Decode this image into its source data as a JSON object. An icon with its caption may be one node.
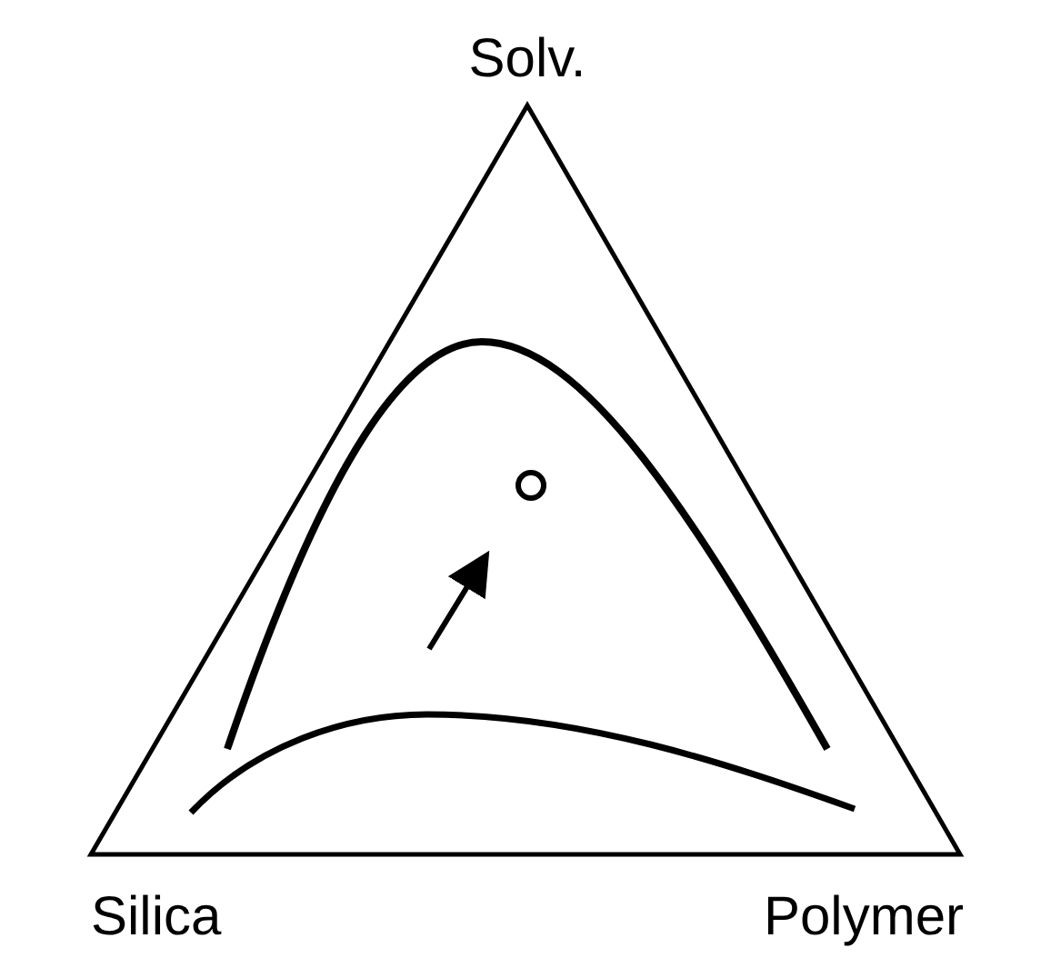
{
  "diagram": {
    "labels": [
      "Solv.",
      "Silica",
      "Polymer"
    ]
  }
}
